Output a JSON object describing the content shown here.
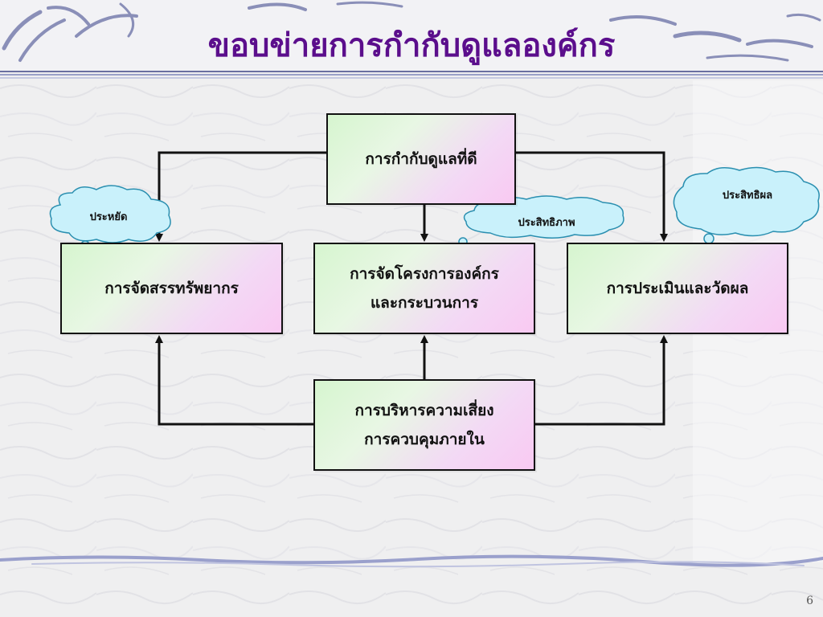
{
  "slide": {
    "title": "ขอบข่ายการกำกับดูแลองค์กร",
    "page_number": "6"
  },
  "boxes": {
    "top": "การกำกับดูแลที่ดี",
    "left": "การจัดสรรทรัพยากร",
    "middle_line1": "การจัดโครงการองค์กร",
    "middle_line2": "และกระบวนการ",
    "right": "การประเมินและวัดผล",
    "bottom_line1": "การบริหารความเสี่ยง",
    "bottom_line2": "การควบคุมภายใน"
  },
  "clouds": {
    "left": "ประหยัด",
    "middle": "ประสิทธิภาพ",
    "right": "ประสิทธิผล"
  },
  "colors": {
    "title": "#5b0e8c",
    "box_gradient_start": "#d6f5cf",
    "box_gradient_end": "#f9c9f2",
    "cloud_fill": "#c9f1fb",
    "cloud_stroke": "#2a8fb0"
  }
}
